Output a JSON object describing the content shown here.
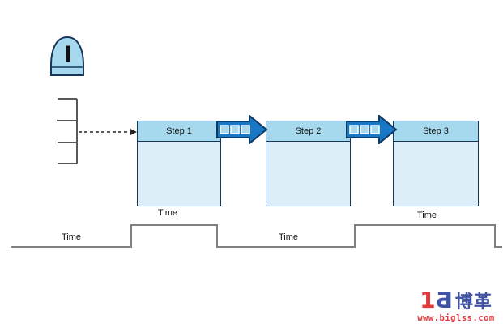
{
  "diagram": {
    "inventory_symbol": "I",
    "processes": [
      {
        "label": "Step 1"
      },
      {
        "label": "Step 2"
      },
      {
        "label": "Step 3"
      }
    ],
    "timeline": {
      "segments": [
        {
          "type": "low",
          "label": "Time"
        },
        {
          "type": "high",
          "label": "Time"
        },
        {
          "type": "low",
          "label": "Time"
        },
        {
          "type": "high",
          "label": "Time"
        }
      ]
    }
  },
  "watermark": {
    "mark_red": "1",
    "mark_blue": "Ƌ",
    "brand": "博革",
    "url": "www.biglss.com"
  },
  "colors": {
    "box-header": "#a6d9ee",
    "box-body": "#ddeef8",
    "box-border": "#16365c",
    "arrow-fill": "#1878c8",
    "arrow-outline": "#0e3a5f",
    "arrow-square": "#a8d9ef",
    "line-gray": "#808080",
    "shape-gray": "#595959",
    "logo-red": "#e23a3e",
    "logo-blue": "#4053a3"
  }
}
